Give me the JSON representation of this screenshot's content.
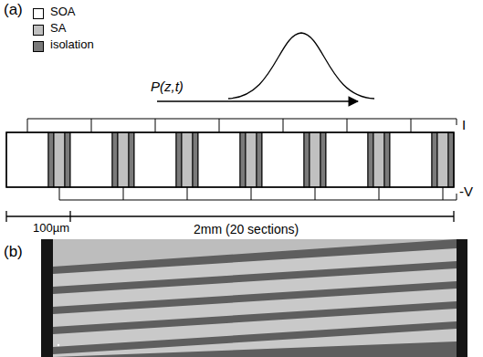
{
  "diagram": {
    "labels": [
      "(a)",
      "P(z,t)",
      "I",
      "-V",
      "100µm",
      "2mm (20 sections)",
      "(b)"
    ],
    "legend": [
      {
        "text": "SOA",
        "color": "#ffffff"
      },
      {
        "text": "SA",
        "color": "#c0c0c0"
      },
      {
        "text": "isolation",
        "color": "#7a7a7a"
      }
    ]
  }
}
